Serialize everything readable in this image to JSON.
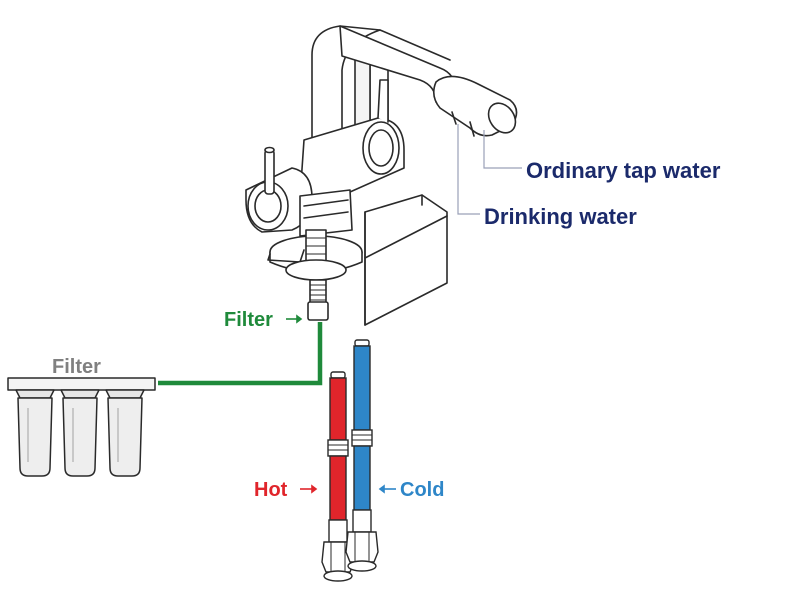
{
  "labels": {
    "ordinary": "Ordinary tap water",
    "drinking": "Drinking water",
    "filter_top": "Filter",
    "filter_left": "Filter",
    "hot": "Hot",
    "cold": "Cold"
  },
  "colors": {
    "navy": "#1b2a6b",
    "green": "#1f8a3b",
    "hot": "#e0252b",
    "cold": "#2e86c8",
    "gray": "#808080",
    "outline": "#2a2a2a",
    "filter_fill": "#eeeeee"
  }
}
